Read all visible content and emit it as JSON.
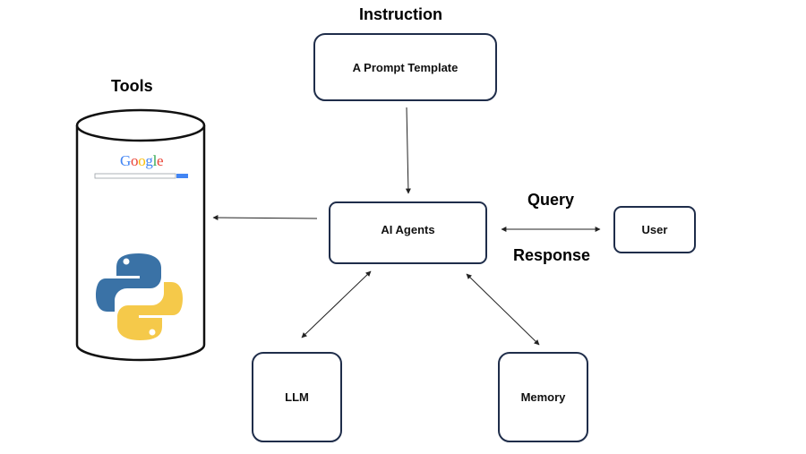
{
  "labels": {
    "instruction": "Instruction",
    "tools": "Tools",
    "query": "Query",
    "response": "Response"
  },
  "nodes": {
    "prompt_template": "A Prompt Template",
    "ai_agents": "AI Agents",
    "user": "User",
    "llm": "LLM",
    "memory": "Memory"
  },
  "tools_icons": {
    "google": {
      "letters": [
        "G",
        "o",
        "o",
        "g",
        "l",
        "e"
      ]
    },
    "python": "python-logo"
  },
  "colors": {
    "box_border": "#1f2d4a",
    "arrow": "#222222",
    "google_blue": "#4285f4",
    "google_red": "#ea4335",
    "google_yellow": "#fbbc05",
    "google_green": "#34a853",
    "python_blue": "#3a72a6",
    "python_yellow": "#f5c94a"
  }
}
